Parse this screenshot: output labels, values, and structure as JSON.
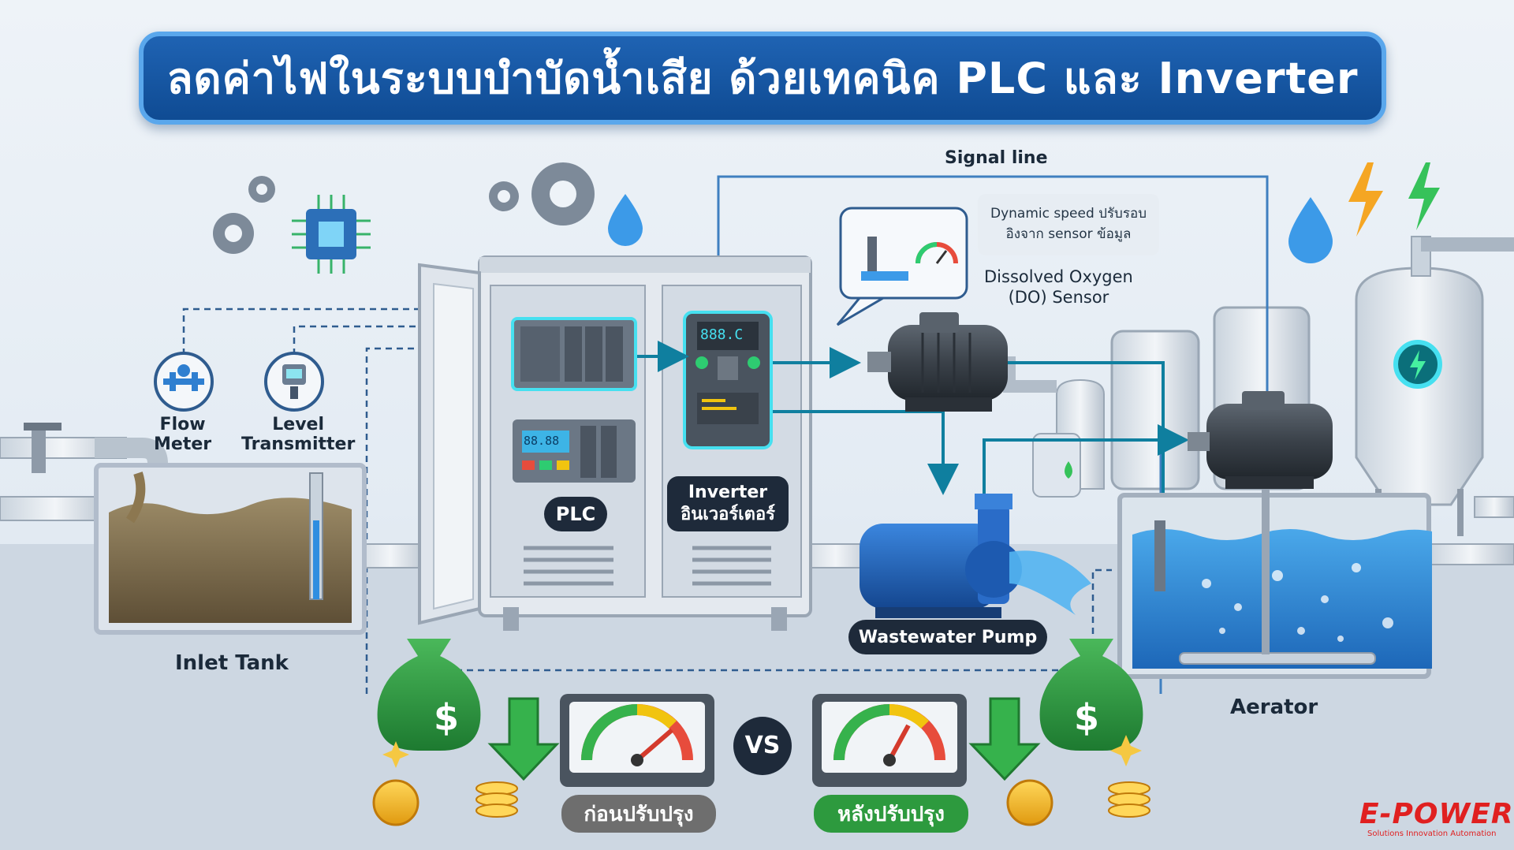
{
  "title": "ลดค่าไฟในระบบบำบัดน้ำเสีย ด้วยเทคนิค PLC และ Inverter",
  "labels": {
    "signal_line": "Signal line",
    "flow_meter": [
      "Flow",
      "Meter"
    ],
    "level_transmitter": [
      "Level",
      "Transmitter"
    ],
    "inlet_tank": "Inlet Tank",
    "plc": "PLC",
    "inverter": [
      "Inverter",
      "อินเวอร์เตอร์"
    ],
    "wastewater_pump": "Wastewater Pump",
    "aerator": "Aerator",
    "dynamic_speed": [
      "Dynamic speed ปรับรอบ",
      "อิงจาก sensor ข้อมูล"
    ],
    "do_sensor": [
      "Dissolved Oxygen",
      "(DO) Sensor"
    ],
    "vs": "VS",
    "before": "ก่อนปรับปรุง",
    "after": "หลังปรับปรุง",
    "brand": "E-POWER",
    "brand_tagline": "Solutions Innovation Automation",
    "dollar": "$",
    "inverter_display": "888.C",
    "plc_display": "88.88"
  },
  "colors": {
    "title_bg": "#0f4b93",
    "accent_blue": "#1f7fd6",
    "signal_line": "#3f7fc0",
    "glow": "#46e0f0",
    "green": "#2ea84a",
    "brand_red": "#e02020",
    "before_pill": "#6e6e6e",
    "after_pill": "#2d9a3e"
  },
  "icons": [
    "gear-icon",
    "chip-icon",
    "water-drop-icon",
    "lightning-icon",
    "down-arrow-icon",
    "money-bag-icon",
    "coin-icon",
    "sparkle-icon",
    "gauge-icon"
  ]
}
